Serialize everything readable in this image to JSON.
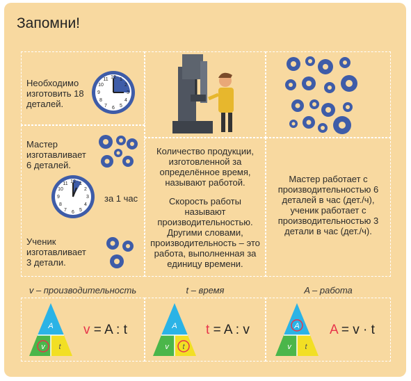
{
  "title": "Запомни!",
  "cells": {
    "need_text": "Необходимо изготовить 18 деталей.",
    "master_text": "Мастер изготавливает 6 деталей.",
    "per_hour": "за 1 час",
    "student_text": "Ученик изготавливает 3 детали.",
    "definition_work": "Количество продукции, изготовленной за определённое время, называют работой.",
    "definition_productivity": "Скорость работы называют производительностью. Другими словами, производительность – это работа, выполненная за единицу времени.",
    "example_text": "Мастер работает с производительностью 6 деталей в час (дет./ч), ученик работает с производительностью 3 детали в час (дет./ч)."
  },
  "legend": {
    "v_label": "v – производительность",
    "t_label": "t – время",
    "a_label": "A – работа"
  },
  "formulas": [
    {
      "lhs": "v",
      "rhs": "= A : t"
    },
    {
      "lhs": "t",
      "rhs": "= A : v"
    },
    {
      "lhs": "A",
      "rhs": "= v · t"
    }
  ],
  "triangle_letters": {
    "top": "A",
    "left": "v",
    "right": "t"
  },
  "colors": {
    "background": "#f8d9a0",
    "gear": "#3e5ca8",
    "triangle_top": "#2bb3e6",
    "triangle_left": "#4bb64a",
    "triangle_right": "#f2df24",
    "formula_accent": "#e7334a"
  }
}
